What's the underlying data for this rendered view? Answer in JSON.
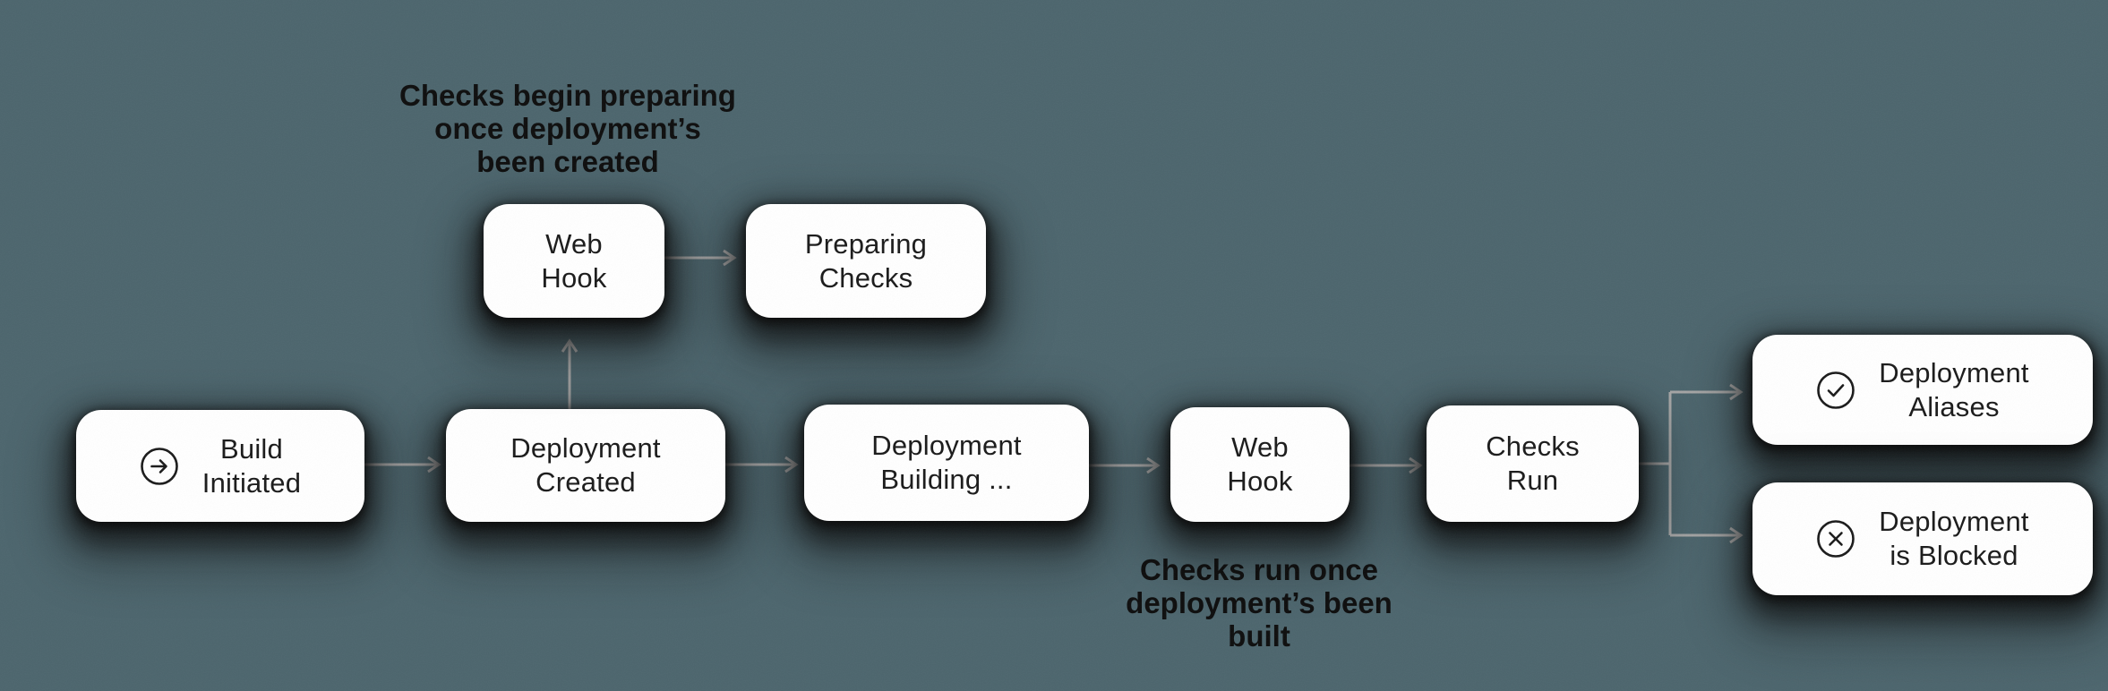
{
  "colors": {
    "background": "#4C656D",
    "node_fill": "#FFFFFF",
    "text": "#1A1A1A",
    "connector": "#A6A6A6"
  },
  "nodes": {
    "build_initiated": {
      "label": "Build\nInitiated",
      "icon": "arrow-right-circle-icon"
    },
    "deployment_created": {
      "label": "Deployment\nCreated"
    },
    "web_hook_1": {
      "label": "Web\nHook"
    },
    "preparing_checks": {
      "label": "Preparing\nChecks"
    },
    "deployment_building": {
      "label": "Deployment\nBuilding ..."
    },
    "web_hook_2": {
      "label": "Web\nHook"
    },
    "checks_run": {
      "label": "Checks\nRun"
    },
    "deployment_aliases": {
      "label": "Deployment\nAliases",
      "icon": "check-circle-icon"
    },
    "deployment_blocked": {
      "label": "Deployment\nis Blocked",
      "icon": "x-circle-icon"
    }
  },
  "annotations": {
    "checks_begin": {
      "text": "Checks begin preparing\nonce deployment’s\nbeen created"
    },
    "checks_run": {
      "text": "Checks run once\ndeployment’s been\nbuilt"
    }
  }
}
